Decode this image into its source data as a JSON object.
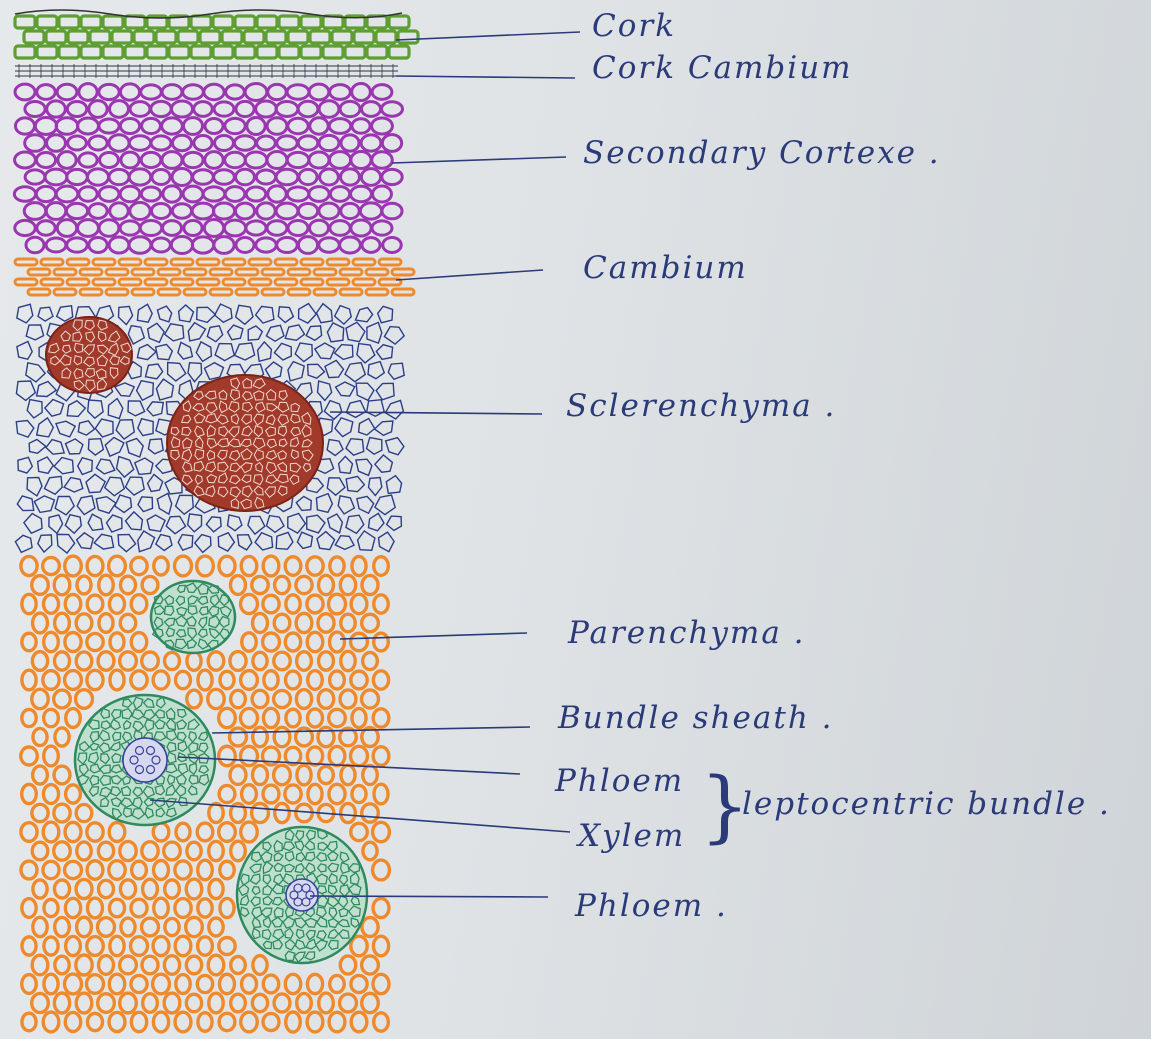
{
  "labels": {
    "cork": "Cork",
    "cork_cambium": "Cork Cambium",
    "secondary_cortex": "Secondary Cortexe .",
    "cambium": "Cambium",
    "sclerenchyma": "Sclerenchyma .",
    "parenchyma": "Parenchyma .",
    "bundle_sheath": "Bundle sheath .",
    "phloem_1": "Phloem",
    "xylem": "Xylem",
    "bundle_type": "leptocentric bundle .",
    "phloem_2": "Phloem ."
  },
  "colors": {
    "ink": "#2b3a78",
    "cork": "#5e9e32",
    "cortex": "#9a36b0",
    "cambium": "#ee8a2c",
    "sclerenchyma": "#2c3e86",
    "stone_cells": "#a13a2a",
    "parenchyma": "#ee8a2c",
    "vascular": "#2f8a60"
  }
}
